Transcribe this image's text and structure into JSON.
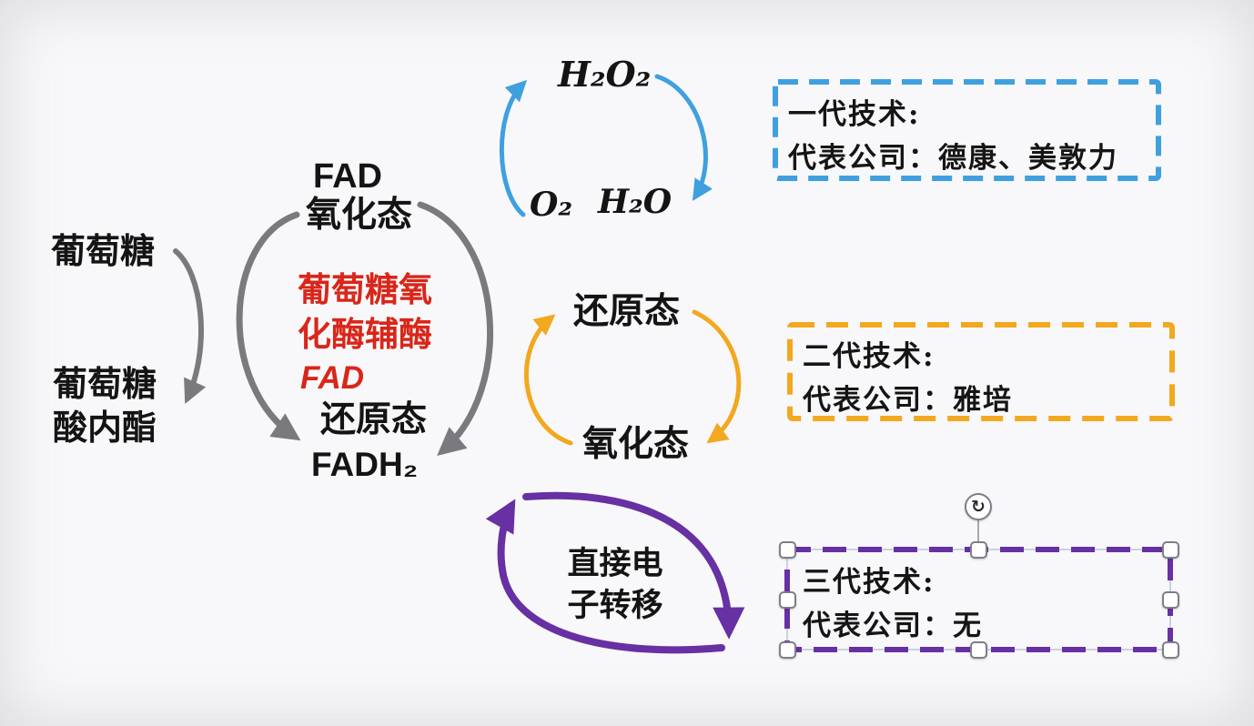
{
  "colors": {
    "background": "#f8f8fa",
    "gray_arrow": "#7a7a7e",
    "gen1_blue": "#3fa0e0",
    "gen2_yellow": "#f2a81f",
    "gen3_purple": "#6730a3",
    "enzyme_red": "#d9261a",
    "text_black": "#141414"
  },
  "glucose_pathway": {
    "substrate": "葡萄糖",
    "product": "葡萄糖\n酸内酯"
  },
  "fad_cycle": {
    "cofactor_top": "FAD",
    "oxidized": "氧化态",
    "enzyme": "葡萄糖氧\n化酶辅酶",
    "enzyme_cofactor": "FAD",
    "reduced": "还原态",
    "reduced_formula": "FADH₂"
  },
  "gen1_cycle": {
    "peroxide": "H₂O₂",
    "oxygen": "O₂",
    "water": "H₂O"
  },
  "gen2_cycle": {
    "reduced": "还原态",
    "oxidized": "氧化态"
  },
  "gen3_cycle": {
    "label": "直接电\n子转移"
  },
  "tech_boxes": {
    "gen1": {
      "title": "一代技术:",
      "companies": "代表公司：德康、美敦力"
    },
    "gen2": {
      "title": "二代技术:",
      "companies": "代表公司：雅培"
    },
    "gen3": {
      "title": "三代技术:",
      "companies": "代表公司：无"
    }
  },
  "selection": {
    "rotate_glyph": "↻"
  }
}
